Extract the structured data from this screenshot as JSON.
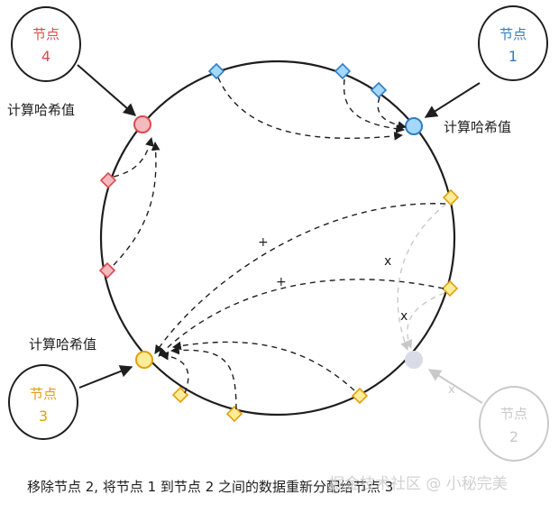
{
  "nodes": {
    "node4": {
      "label": "节点",
      "number": "4",
      "color": "#d94c4c"
    },
    "node1": {
      "label": "节点",
      "number": "1",
      "color": "#2f7ec4"
    },
    "node3": {
      "label": "节点",
      "number": "3",
      "color": "#e0a10a"
    },
    "node2": {
      "label": "节点",
      "number": "2",
      "color": "#c9c9c9"
    }
  },
  "hash_labels": {
    "node4": "计算哈希值",
    "node1": "计算哈希值",
    "node3": "计算哈希值"
  },
  "marks": {
    "plus": "+",
    "cross": "x"
  },
  "caption": "移除节点 2, 将节点 1 到节点 2 之间的数据重新分配给节点 3",
  "watermark": "掘金技术社区 @ 小秘完美",
  "colors": {
    "red_fill": "#f6b9c0",
    "red_stroke": "#d94c4c",
    "blue_fill": "#a5d8ff",
    "blue_stroke": "#2f7ec4",
    "yellow_fill": "#ffec99",
    "yellow_stroke": "#e0a10a",
    "gray_fill": "#d9dce6",
    "gray_stroke": "#c9c9c9"
  }
}
